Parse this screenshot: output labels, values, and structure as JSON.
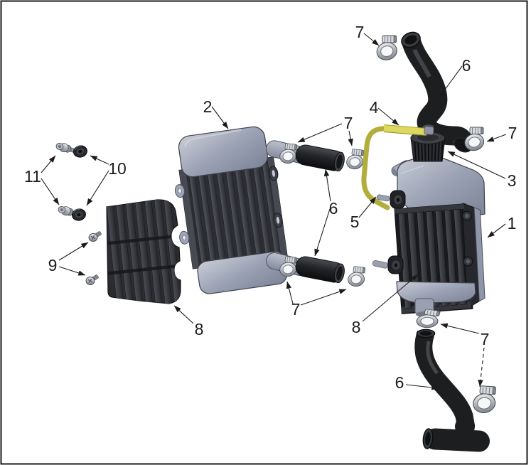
{
  "figure": {
    "type": "exploded-parts-diagram",
    "subject": "radiator cooling system assembly",
    "background": "#ffffff",
    "frame_color": "#1a1a1a"
  },
  "colors": {
    "tank_gray": "#9ba2b4",
    "core_dark": "#2c2e33",
    "guard_dark": "#2a2c30",
    "hose_black": "#1d1e20",
    "clamp_silver": "#c9cdd4",
    "vent_hose_yellow": "#b2ae3b",
    "vent_hose_sleeve": "#dcd95e",
    "label_color": "#1b1b1b"
  },
  "callouts": [
    {
      "text": "7",
      "part": "hose-clamp-upper-hose-top"
    },
    {
      "text": "6",
      "part": "upper-radiator-hose"
    },
    {
      "text": "4",
      "part": "vent-hose-sleeve"
    },
    {
      "text": "7",
      "part": "hose-clamp-upper-hose-bottom"
    },
    {
      "text": "3",
      "part": "radiator-cap"
    },
    {
      "text": "1",
      "part": "radiator-right"
    },
    {
      "text": "2",
      "part": "radiator-left"
    },
    {
      "text": "7",
      "part": "crossover-hose-clamps-top"
    },
    {
      "text": "6",
      "part": "crossover-hoses"
    },
    {
      "text": "5",
      "part": "vent-hose"
    },
    {
      "text": "11",
      "part": "mounting-bolts"
    },
    {
      "text": "10",
      "part": "rubber-grommets"
    },
    {
      "text": "9",
      "part": "guard-screws"
    },
    {
      "text": "8",
      "part": "radiator-guard-left"
    },
    {
      "text": "7",
      "part": "crossover-hose-clamps-bottom"
    },
    {
      "text": "8",
      "part": "radiator-guard-right"
    },
    {
      "text": "7",
      "part": "lower-hose-clamps"
    },
    {
      "text": "6",
      "part": "lower-radiator-hose"
    }
  ]
}
